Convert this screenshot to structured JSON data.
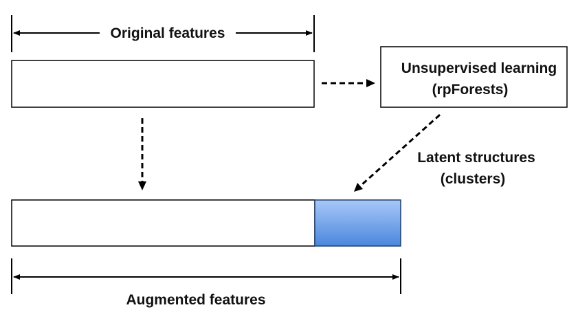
{
  "diagram": {
    "original_label": "Original features",
    "unsupervised_line1": "Unsupervised learning",
    "unsupervised_line2": "(rpForests)",
    "latent_line1": "Latent structures",
    "latent_line2": "(clusters)",
    "augmented_label": "Augmented features"
  },
  "colors": {
    "cluster_fill_top": "#a8c8f8",
    "cluster_fill_bottom": "#4a88dc",
    "cluster_border": "#1f3f6a",
    "stroke": "#000000"
  }
}
